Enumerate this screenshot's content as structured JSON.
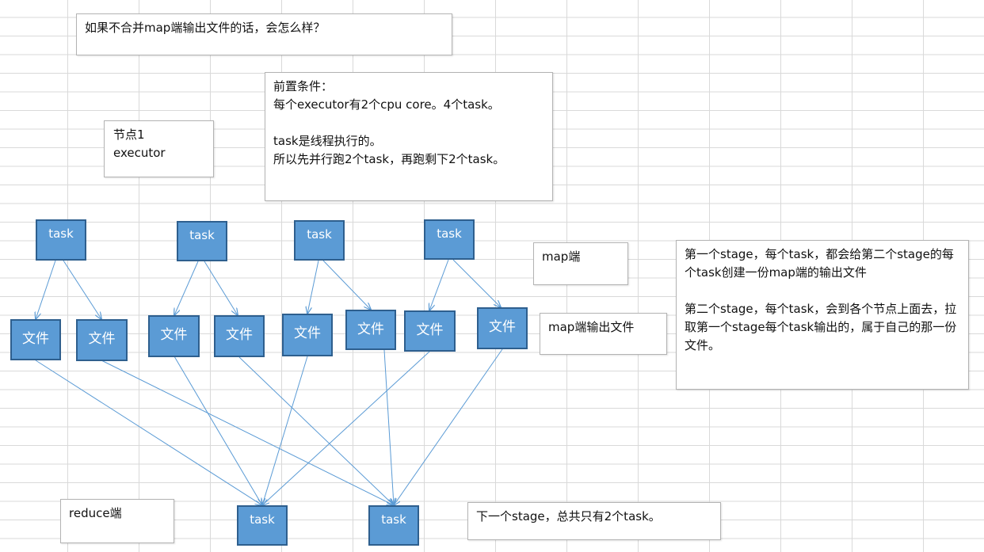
{
  "notes": {
    "question": "如果不合并map端输出文件的话，会怎么样？",
    "precondition": "前置条件：\n每个executor有2个cpu core。4个task。\n\ntask是线程执行的。\n所以先并行跑2个task，再跑剩下2个task。",
    "node": "节点1\nexecutor",
    "map_side": "map端",
    "map_output": "map端输出文件",
    "stage_explain": "第一个stage，每个task，都会给第二个stage的每个task创建一份map端的输出文件\n\n第二个stage，每个task，会到各个节点上面去，拉取第一个stage每个task输出的，属于自己的那一份文件。",
    "reduce_side": "reduce端",
    "next_stage": "下一个stage，总共只有2个task。"
  },
  "map_tasks": [
    "task",
    "task",
    "task",
    "task"
  ],
  "files": [
    "文件",
    "文件",
    "文件",
    "文件",
    "文件",
    "文件",
    "文件",
    "文件"
  ],
  "reduce_tasks": [
    "task",
    "task"
  ],
  "colors": {
    "box_fill": "#5b9bd5",
    "box_border": "#2e5f8e",
    "arrow": "#5b9bd5",
    "grid": "#d9d9d9"
  }
}
